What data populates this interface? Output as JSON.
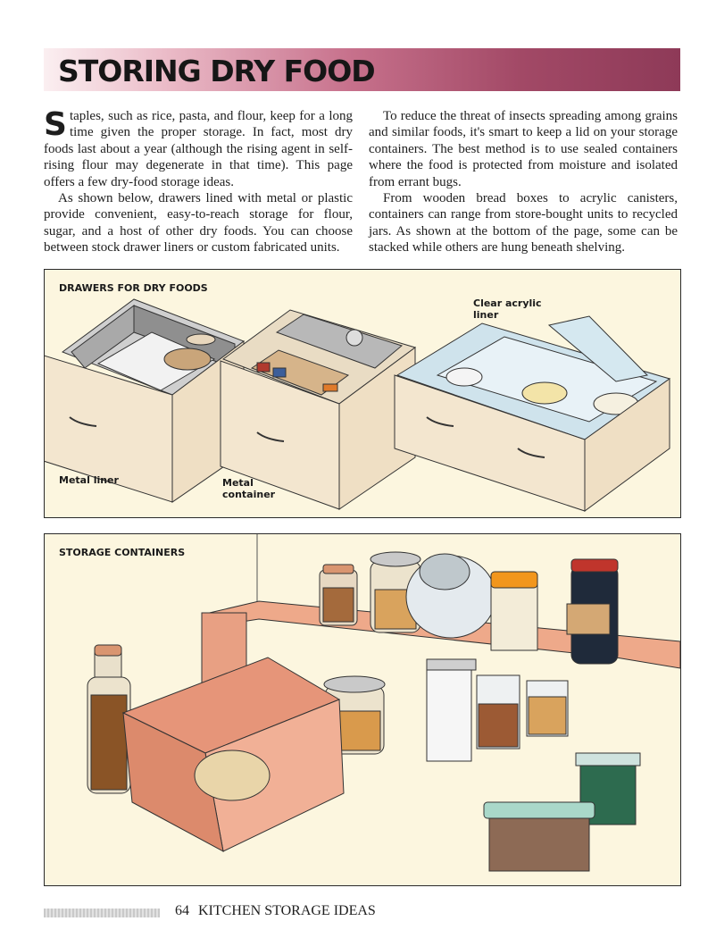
{
  "header": {
    "title": "STORING DRY FOOD"
  },
  "body_text": {
    "left": [
      "taples, such as rice, pasta, and flour, keep for a long time given the proper storage. In fact, most dry foods last about a year (although the rising agent in self-rising flour may degenerate in that time). This page offers a few dry-food storage ideas.",
      "As shown below, drawers lined with metal or plastic provide convenient, easy-to-reach storage for flour, sugar, and a host of other dry foods. You can choose between stock drawer liners or custom fabricated units."
    ],
    "dropcap": "S",
    "right": [
      "To reduce the threat of insects spreading among grains and similar foods, it's smart to keep a lid on your storage containers. The best method is to use sealed containers where the food is protected from moisture and isolated from errant bugs.",
      "From wooden bread boxes to acrylic canisters, containers can range from store-bought units to recycled jars. As shown at the bottom of the page, some can be stacked while others are hung beneath shelving."
    ]
  },
  "drawers_panel": {
    "label": "DRAWERS FOR DRY FOODS",
    "callouts": {
      "metal_liner": "Metal liner",
      "metal_container": "Metal container",
      "clear_acrylic_liner": "Clear acrylic liner"
    }
  },
  "containers_panel": {
    "label": "STORAGE CONTAINERS"
  },
  "footer": {
    "page_number": "64",
    "book_title": "KITCHEN STORAGE IDEAS"
  }
}
